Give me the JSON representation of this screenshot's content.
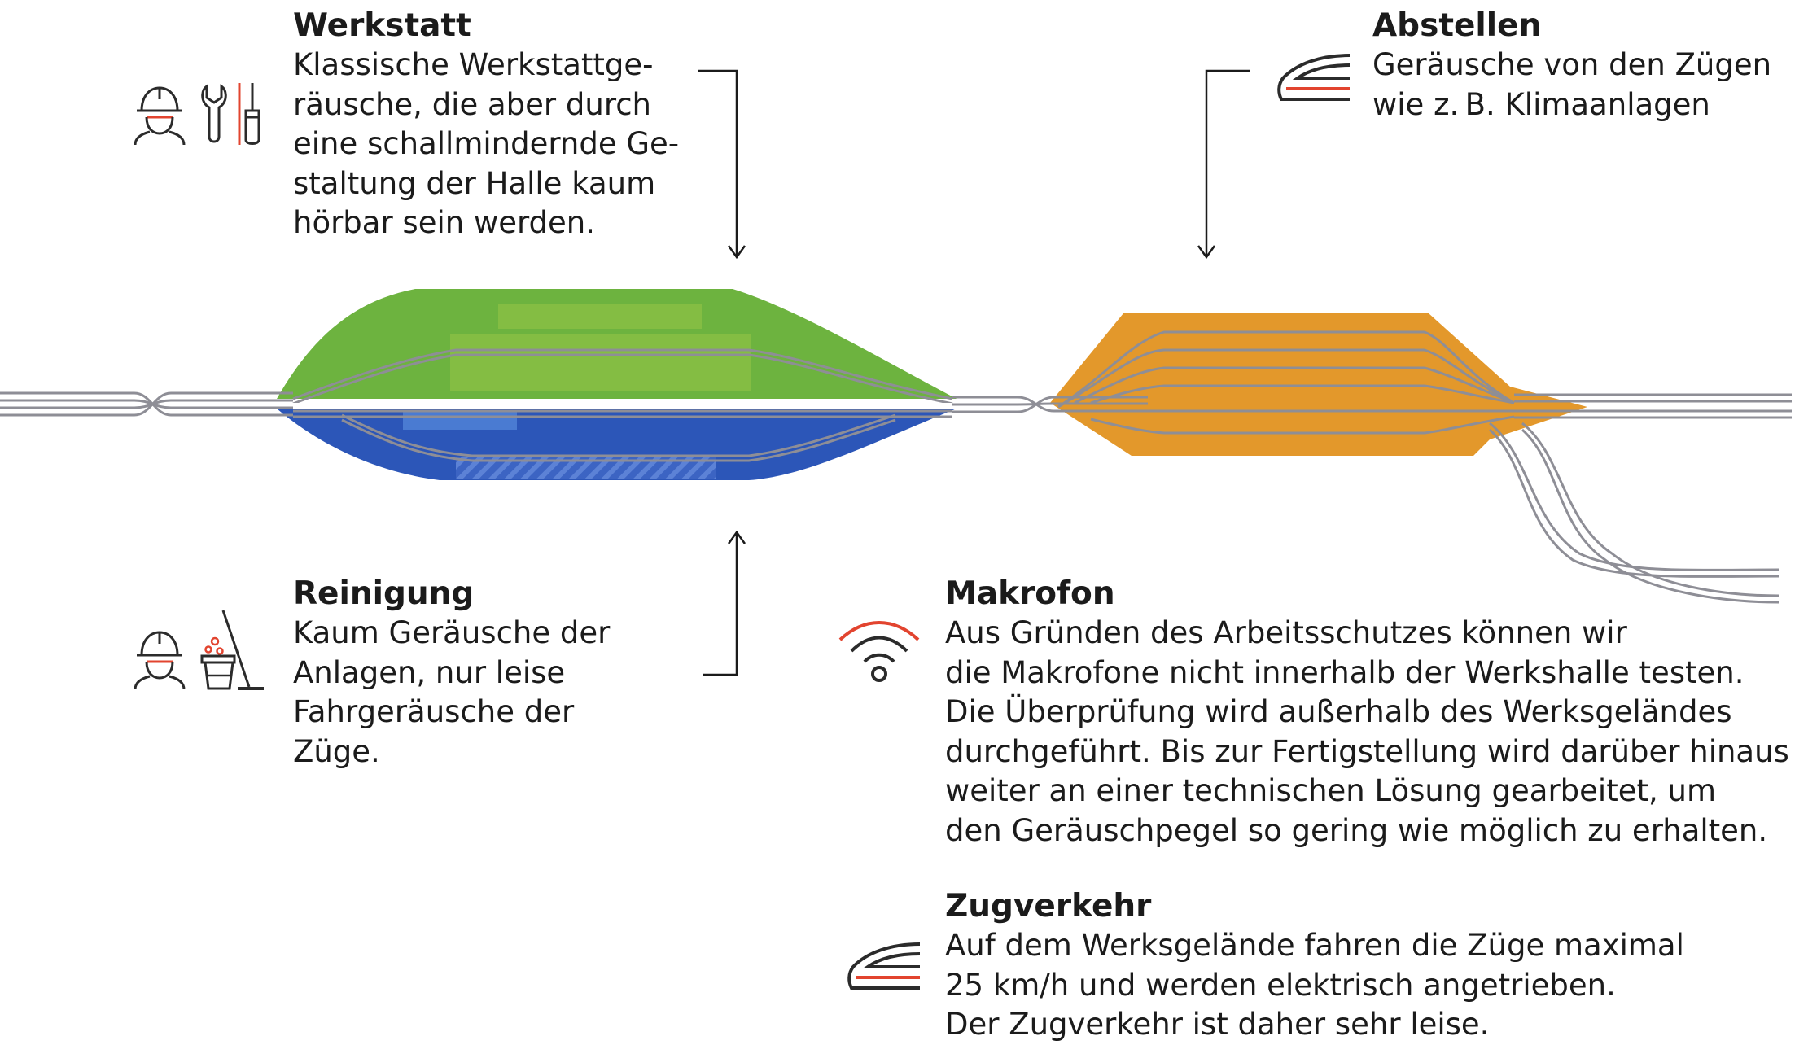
{
  "sections": {
    "werkstatt": {
      "title": "Werkstatt",
      "lines": [
        "Klassische Werkstattge-",
        "räusche, die aber durch",
        "eine schallmindernde Ge-",
        "staltung der Halle kaum",
        "hörbar sein werden."
      ],
      "icons": [
        "worker-helmet-icon",
        "wrench-icon",
        "screwdriver-icon"
      ]
    },
    "abstellen": {
      "title": "Abstellen",
      "lines": [
        "Geräusche von den Zügen",
        "wie z. B. Klimaanlagen"
      ],
      "icons": [
        "train-icon"
      ]
    },
    "reinigung": {
      "title": "Reinigung",
      "lines": [
        "Kaum Geräusche der",
        "Anlagen, nur leise",
        "Fahrgeräusche der",
        "Züge."
      ],
      "icons": [
        "worker-helmet-icon",
        "cleaning-bucket-mop-icon"
      ]
    },
    "makrofon": {
      "title": "Makrofon",
      "lines": [
        "Aus Gründen des Arbeitsschutzes können wir",
        "die Makrofone nicht innerhalb der Werkshalle testen.",
        "Die Überprüfung wird außerhalb des Werksgeländes",
        "durchgeführt. Bis zur Fertigstellung wird darüber hinaus",
        "weiter an einer technischen Lösung gearbeitet, um",
        "den Geräuschpegel so gering wie möglich zu erhalten."
      ],
      "icons": [
        "sound-wave-icon"
      ]
    },
    "zugverkehr": {
      "title": "Zugverkehr",
      "lines": [
        "Auf dem Werksgelände fahren die Züge maximal",
        "25 km/h und werden elektrisch angetrieben.",
        "Der Zugverkehr ist daher sehr leise."
      ],
      "icons": [
        "train-icon"
      ]
    }
  },
  "colors": {
    "werkstatt_area": "#6db33f",
    "werkstatt_hall": "#84bd43",
    "reinigung_area": "#2c56b8",
    "reinigung_hall": "#4a7bd2",
    "abstellen_area": "#e3982b",
    "track": "#8e8e96",
    "icon_dark": "#2b2b2b",
    "icon_accent": "#e2442f",
    "text": "#1b1b1b"
  }
}
